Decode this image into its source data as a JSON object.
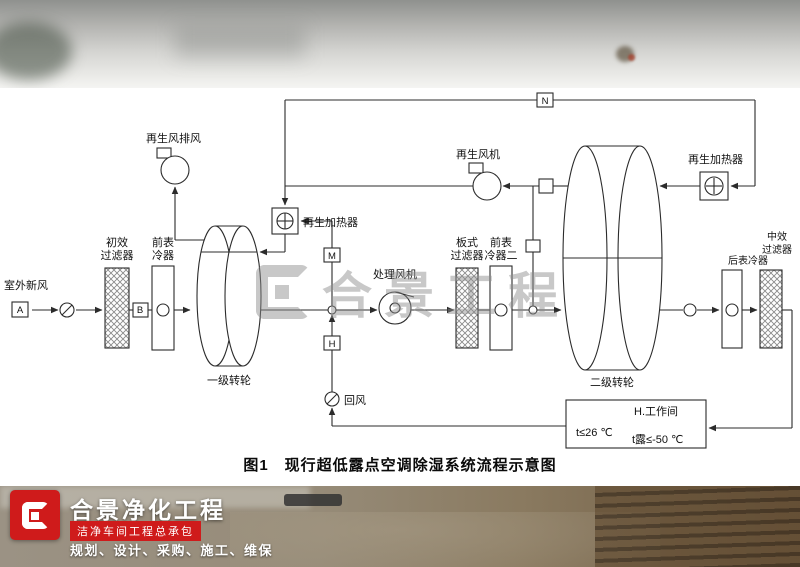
{
  "watermark": "合景工程",
  "caption": "图1　现行超低露点空调除湿系统流程示意图",
  "diagram": {
    "outdoor_air": "室外新风",
    "box_a": "A",
    "box_b": "B",
    "box_m": "M",
    "box_n": "N",
    "box_h": "H",
    "primary_filter_line1": "初效",
    "primary_filter_line2": "过滤器",
    "front_cooler_line1": "前表",
    "front_cooler_line2": "冷器",
    "wheel1": "一级转轮",
    "regen_exhaust_fan": "再生风排风",
    "regen_heater_left": "再生加热器",
    "process_fan": "处理风机",
    "plate_filter_line1": "板式",
    "plate_filter_line2": "过滤器",
    "front_cooler2_line1": "前表",
    "front_cooler2_line2": "冷器二",
    "regen_fan": "再生风机",
    "wheel2": "二级转轮",
    "regen_heater_right": "再生加热器",
    "rear_cooler": "后表冷器",
    "medium_filter_line1": "中效",
    "medium_filter_line2": "过滤器",
    "return_air": "回风",
    "workroom_title": "H.工作间",
    "workroom_temp": "t≤26 ℃",
    "workroom_dew": "t露≤-50 ℃"
  },
  "footer": {
    "company": "合景净化工程",
    "tagline": "洁净车间工程总承包",
    "services": "规划、设计、采购、施工、维保"
  }
}
